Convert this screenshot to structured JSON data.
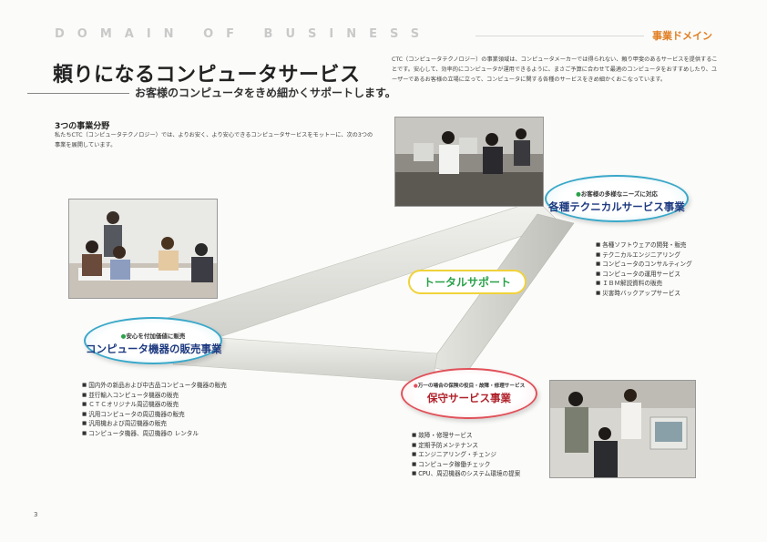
{
  "header": {
    "english": "DOMAIN OF BUSINESS",
    "japanese": "事業ドメイン"
  },
  "title": "頼りになるコンピュータサービス",
  "subtitle": "お客様のコンピュータをきめ細かくサポートします。",
  "intro": "CTC（コンピュータテクノロジー）の事業領域は、コンピュータメーカーでは得られない、頼り甲斐のあるサービスを提供することです。安心して、効率的にコンピュータが運用できるように、まさご予算に合わせて最適のコンピュータをおすすめしたり、ユーザーであるお客様の立場に立って、コンピュータに関する各種のサービスをきめ細かくおこなっています。",
  "section": {
    "heading": "3つの事業分野",
    "description": "私たちCTC（コンピュータテクノロジー）では、よりお安く、より安心できるコンピュータサービスをモットーに、次の3つの事業を展開しています。"
  },
  "center_badge": "トータルサポート",
  "businesses": {
    "technical": {
      "tagline": "お客様の多様なニーズに対応",
      "name": "各種テクニカルサービス事業",
      "items": [
        "各種ソフトウェアの開発・販売",
        "テクニカルエンジニアリング",
        "コンピュータのコンサルティング",
        "コンピュータの運用サービス",
        "ＩＢＭ解説資料の販売",
        "災害時バックアップサービス"
      ]
    },
    "sales": {
      "tagline": "安心を付加価値に販売",
      "name": "コンピュータ機器の販売事業",
      "items": [
        "国内外の新品および中古品コンピュータ機器の販売",
        "並行輸入コンピュータ機器の販売",
        "ＣＴＣオリジナル周辺機器の販売",
        "汎用コンピュータの周辺機器の販売",
        "汎用機および周辺機器の販売",
        "コンピュータ機器、周辺機器の レンタル"
      ]
    },
    "maintenance": {
      "tagline": "万一の場合の保険の役目・故障・修理サービス",
      "name": "保守サービス事業",
      "items": [
        "故障・修理サービス",
        "定期予防メンテナンス",
        "エンジニアリング・チェンジ",
        "コンピュータ稼働チェック",
        "CPU、周辺機器のシステム環境の提案"
      ]
    }
  },
  "page_number": "3",
  "colors": {
    "accent_orange": "#e07d20",
    "oval_blue": "#3aa8c9",
    "oval_red": "#e0515a",
    "badge_yellow": "#f0d23a",
    "tagline_green": "#2aa24a",
    "name_navy": "#1e3a80"
  }
}
